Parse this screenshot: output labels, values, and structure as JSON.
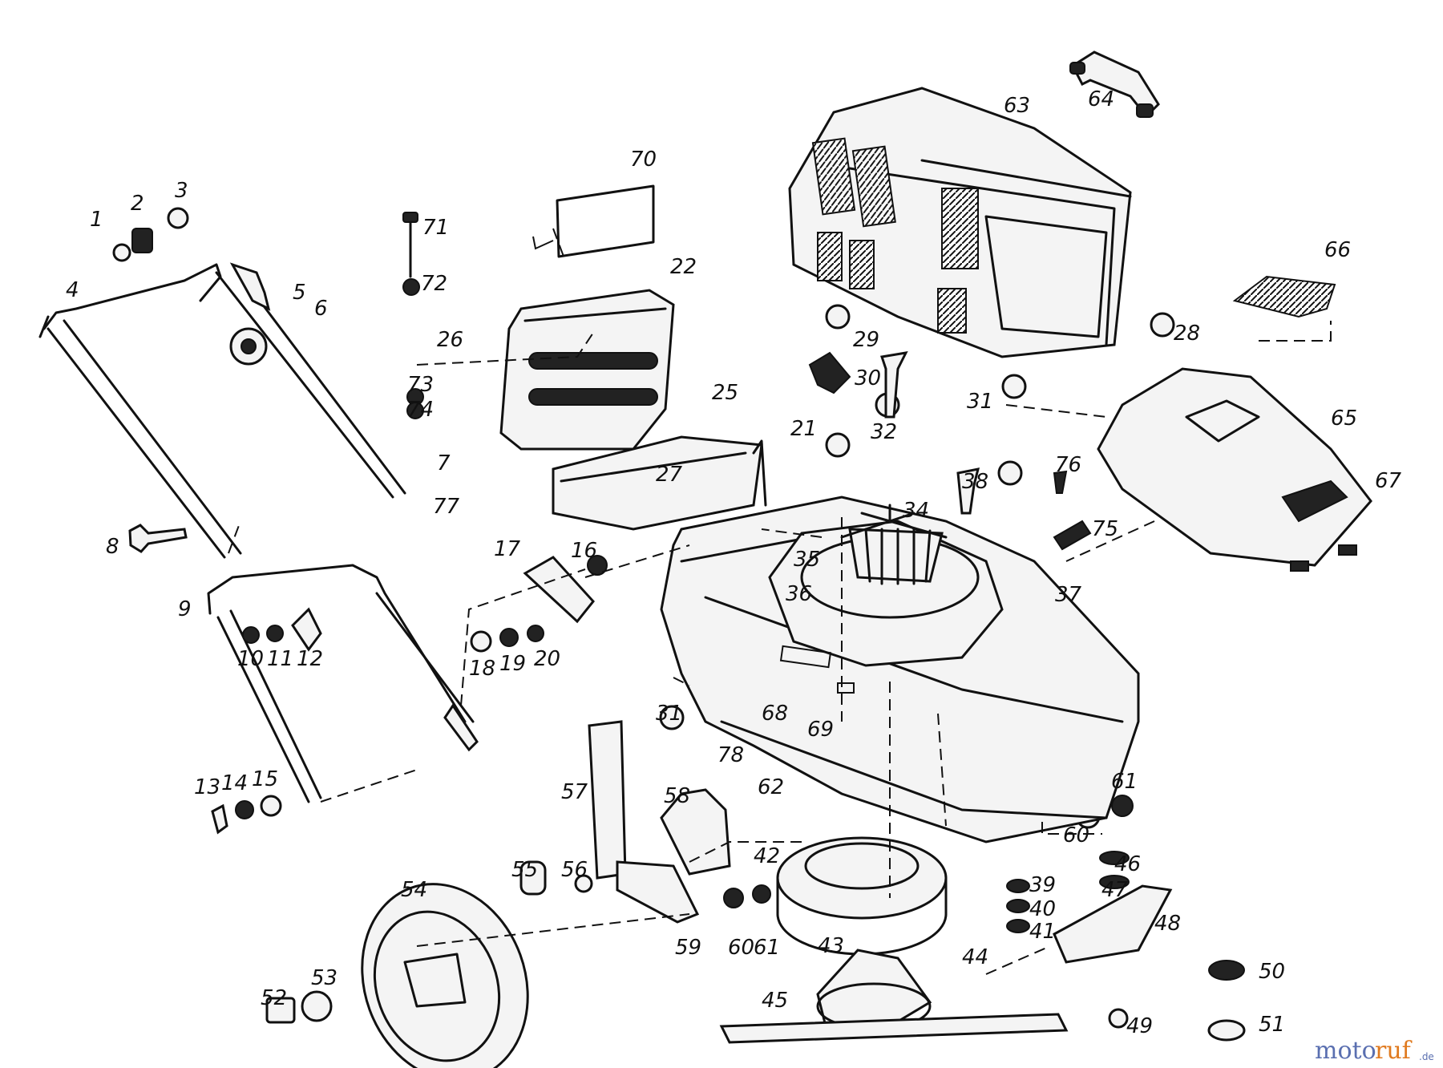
{
  "diagram": {
    "part_numbers": [
      "1",
      "2",
      "3",
      "4",
      "5",
      "6",
      "7",
      "8",
      "9",
      "10",
      "11",
      "12",
      "13",
      "14",
      "15",
      "16",
      "17",
      "18",
      "19",
      "20",
      "21",
      "22",
      "25",
      "26",
      "27",
      "28",
      "29",
      "30",
      "31",
      "31",
      "32",
      "34",
      "35",
      "36",
      "37",
      "38",
      "39",
      "40",
      "41",
      "42",
      "43",
      "44",
      "45",
      "46",
      "47",
      "48",
      "49",
      "50",
      "51",
      "52",
      "53",
      "54",
      "55",
      "56",
      "57",
      "58",
      "59",
      "60",
      "60",
      "61",
      "61",
      "62",
      "63",
      "64",
      "65",
      "66",
      "67",
      "68",
      "69",
      "70",
      "71",
      "72",
      "73",
      "74",
      "75",
      "76",
      "77",
      "78"
    ]
  },
  "watermark": {
    "a": "moto",
    "b": "ruf",
    "c": ".de"
  }
}
